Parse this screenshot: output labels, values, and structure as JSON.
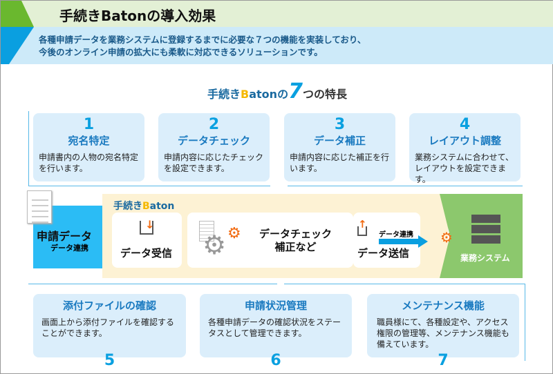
{
  "header": {
    "title": "手続きBatonの導入効果"
  },
  "description": [
    "各種申請データを業務システムに登録するまでに必要な７つの機能を実装しており、",
    "今後のオンライン申請の拡大にも柔軟に対応できるソリューションです。"
  ],
  "subtitle": {
    "pre": "手続き",
    "b": "B",
    "aton": "atonの",
    "seven": "7",
    "post": "つの特長"
  },
  "features": [
    {
      "num": "1",
      "title": "宛名特定",
      "body": "申請書内の人物の宛名特定を行います。"
    },
    {
      "num": "2",
      "title": "データチェック",
      "body": "申請内容に応じたチェックを設定できます。"
    },
    {
      "num": "3",
      "title": "データ補正",
      "body": "申請内容に応じた補正を行います。"
    },
    {
      "num": "4",
      "title": "レイアウト調整",
      "body": "業務システムに合わせて、レイアウトを設定できます。"
    },
    {
      "num": "5",
      "title": "添付ファイルの確認",
      "body": "画面上から添付ファイルを確認することができます。"
    },
    {
      "num": "6",
      "title": "申請状況管理",
      "body": "各種申請データの確認状況をステータスとして管理できます。"
    },
    {
      "num": "7",
      "title": "メンテナンス機能",
      "body": "職員様にて、各種設定や、アクセス権限の管理等、メンテナンス機能も備えています。"
    }
  ],
  "flow": {
    "input_title": "申請データ",
    "input_sub": "データ連携",
    "baton_pre": "手続き",
    "baton_b": "B",
    "baton_rest": "aton",
    "receive": "データ受信",
    "check": "データチェック",
    "fix": "補正など",
    "send": "データ送信",
    "send_link": "データ連携",
    "system": "業務システム"
  }
}
